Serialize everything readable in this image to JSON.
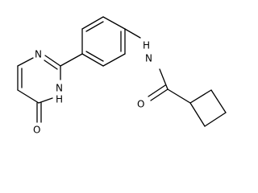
{
  "molecule": {
    "atom_labels": {
      "n_ring_top": "N",
      "nh_ring_n": "N",
      "nh_ring_h": "H",
      "o_keto": "O",
      "amide_n": "N",
      "amide_h": "H",
      "o_amide": "O"
    }
  }
}
